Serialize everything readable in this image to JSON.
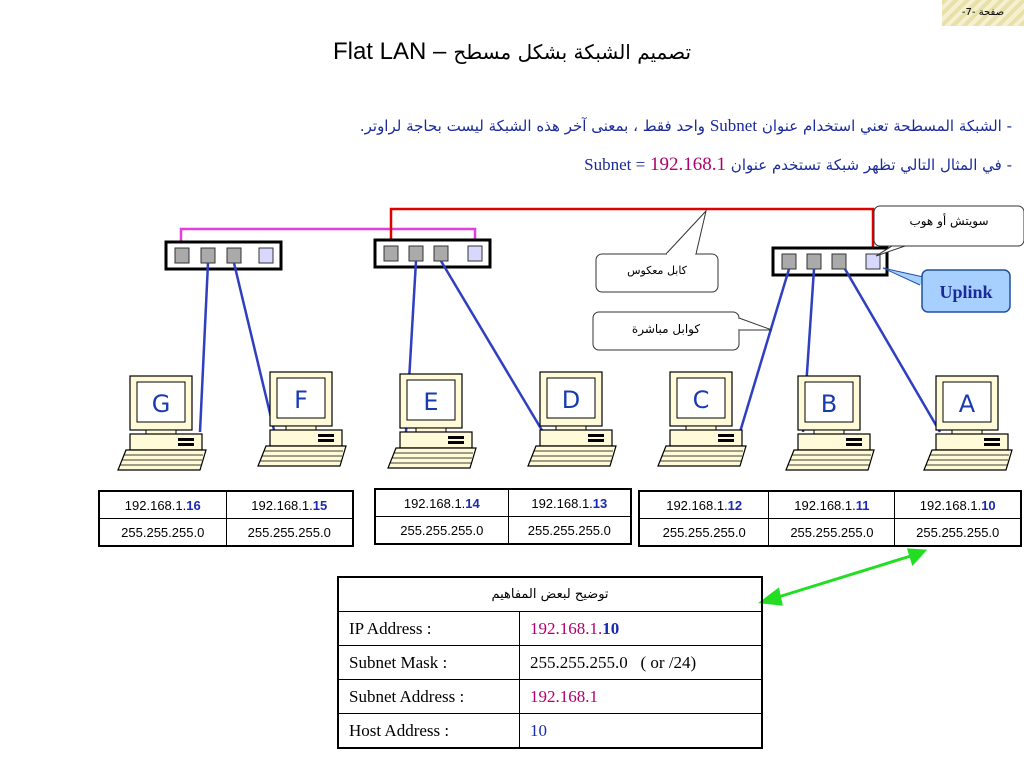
{
  "page_tag": "صفحة -7-",
  "title": {
    "en": "Flat LAN –",
    "ar": "تصميم الشبكة بشكل مسطح"
  },
  "bullets": [
    {
      "pre": "- الشبكة المسطحة تعني استخدام عنوان",
      "en": "Subnet",
      "post": "واحد فقط ، بمعنى آخر هذه الشبكة ليست بحاجة لراوتر."
    },
    {
      "pre": "- في المثال التالي تظهر شبكة تستخدم عنوان",
      "en": "Subnet =",
      "ip": "192.168.1"
    }
  ],
  "callouts": {
    "switch_hub": "سويتش أو هوب",
    "crossover": "كابل معكوس",
    "straight": "كوابل مباشرة",
    "uplink": "Uplink"
  },
  "computers": [
    {
      "label": "G"
    },
    {
      "label": "F"
    },
    {
      "label": "E"
    },
    {
      "label": "D"
    },
    {
      "label": "C"
    },
    {
      "label": "B"
    },
    {
      "label": "A"
    }
  ],
  "ip_tables": [
    {
      "cells": [
        {
          "prefix": "192.168.1.",
          "host": "16"
        },
        {
          "prefix": "192.168.1.",
          "host": "15"
        }
      ],
      "mask": "255.255.255.0"
    },
    {
      "cells": [
        {
          "prefix": "192.168.1.",
          "host": "14"
        },
        {
          "prefix": "192.168.1.",
          "host": "13"
        }
      ],
      "mask": "255.255.255.0"
    },
    {
      "cells": [
        {
          "prefix": "192.168.1.",
          "host": "12"
        },
        {
          "prefix": "192.168.1.",
          "host": "11"
        },
        {
          "prefix": "192.168.1.",
          "host": "10"
        }
      ],
      "mask": "255.255.255.0"
    }
  ],
  "legend": {
    "header": "توضيح لبعض المفاهيم",
    "rows": [
      {
        "label": "IP Address :",
        "value_prefix": "192.168.1.",
        "value_host": "10"
      },
      {
        "label": "Subnet Mask :",
        "value": "255.255.255.0   ( or /24)"
      },
      {
        "label": "Subnet Address :",
        "value": "192.168.1"
      },
      {
        "label": "Host Address :",
        "value": "10"
      }
    ]
  },
  "colors": {
    "cable_blue": "#2f3fc0",
    "crossover_red": "#e00000",
    "crossover_magenta": "#e040e0",
    "arrow_green": "#22dd22",
    "uplink_fill": "#a8d0ff"
  }
}
